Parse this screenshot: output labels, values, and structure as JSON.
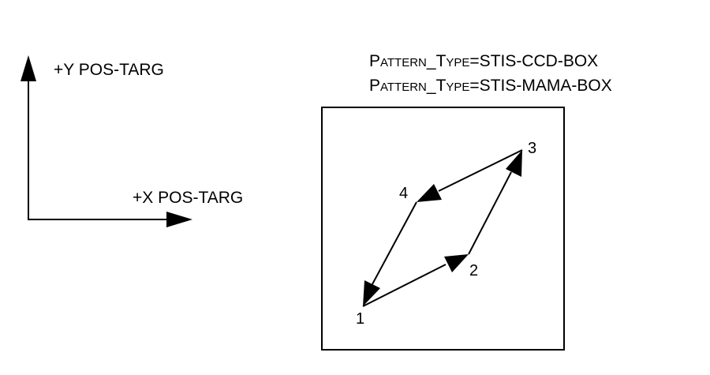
{
  "axes": {
    "y_label": "+Y POS-TARG",
    "x_label": "+X POS-TARG"
  },
  "pattern": {
    "line1_key": "Pattern_Type",
    "line1_value": "=STIS-CCD-BOX",
    "line2_key": "Pattern_Type",
    "line2_value": "=STIS-MAMA-BOX"
  },
  "points": [
    {
      "id": "p1",
      "label": "1"
    },
    {
      "id": "p2",
      "label": "2"
    },
    {
      "id": "p3",
      "label": "3"
    },
    {
      "id": "p4",
      "label": "4"
    }
  ]
}
